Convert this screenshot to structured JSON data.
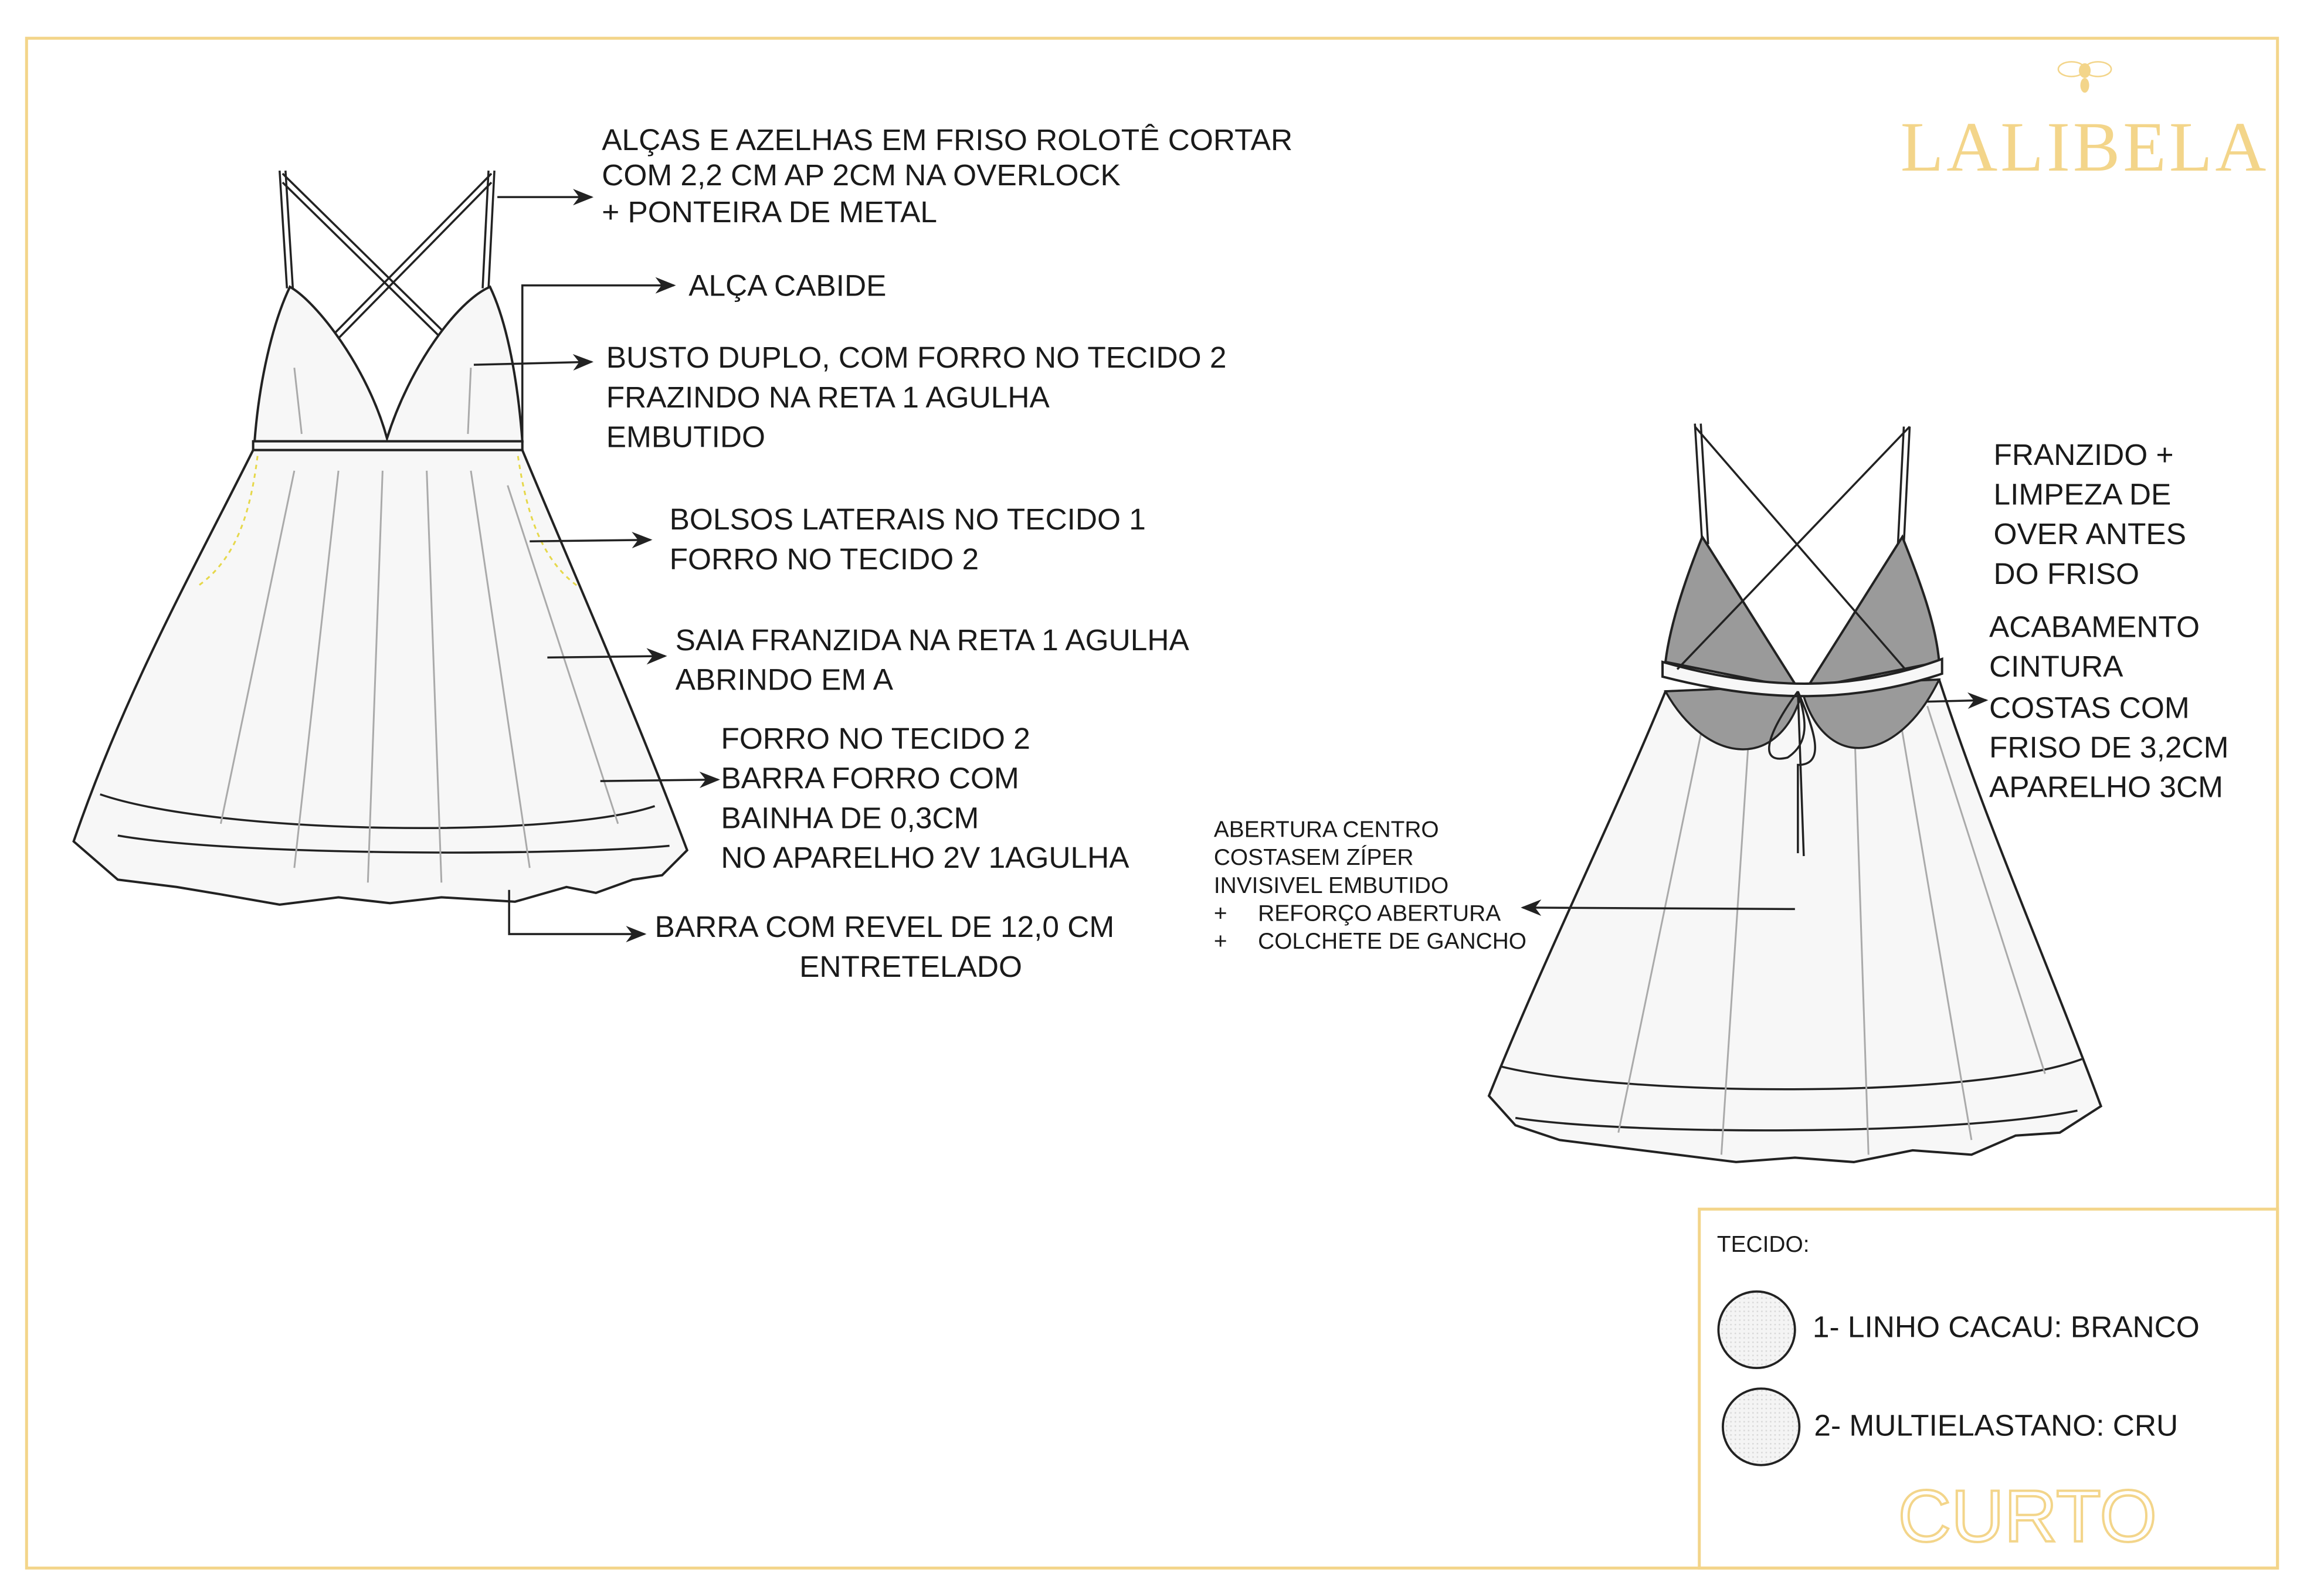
{
  "brand": {
    "name": "LALIBELA",
    "color": "#f3d58a",
    "icon": "bee-icon"
  },
  "front_notes": [
    {
      "lines": [
        "ALÇAS E AZELHAS EM FRISO ROLOTÊ  CORTAR",
        "COM 2,2 CM AP 2CM NA OVERLOCK",
        "+ PONTEIRA DE METAL"
      ]
    },
    {
      "lines": [
        "ALÇA CABIDE"
      ]
    },
    {
      "lines": [
        "BUSTO DUPLO, COM FORRO NO TECIDO 2",
        "FRAZINDO NA RETA 1 AGULHA",
        "EMBUTIDO"
      ]
    },
    {
      "lines": [
        "BOLSOS  LATERAIS NO TECIDO 1",
        "FORRO NO TECIDO 2"
      ]
    },
    {
      "lines": [
        "SAIA FRANZIDA NA RETA 1 AGULHA",
        "ABRINDO EM A"
      ]
    },
    {
      "lines": [
        "FORRO NO TECIDO 2",
        "BARRA FORRO COM",
        "BAINHA DE 0,3CM",
        "NO APARELHO 2V 1AGULHA"
      ]
    },
    {
      "lines": [
        "BARRA COM REVEL DE 12,0 CM",
        "ENTRETELADO"
      ]
    }
  ],
  "back_notes": [
    {
      "lines": [
        "ABERTURA CENTRO",
        "COSTASEM ZÍPER",
        "INVISIVEL  EMBUTIDO",
        "+",
        "REFORÇO ABERTURA",
        "+",
        "COLCHETE DE GANCHO"
      ]
    },
    {
      "lines": [
        "FRANZIDO +",
        "LIMPEZA DE",
        "OVER ANTES",
        "DO FRISO"
      ]
    },
    {
      "lines": [
        "ACABAMENTO",
        "CINTURA",
        "COSTAS COM",
        "FRISO DE 3,2CM",
        "APARELHO 3CM"
      ]
    }
  ],
  "fabric": {
    "title": "TECIDO:",
    "items": [
      {
        "label": "1- LINHO CACAU: BRANCO"
      },
      {
        "label": "2- MULTIELASTANO: CRU"
      }
    ]
  },
  "length_label": "CURTO"
}
